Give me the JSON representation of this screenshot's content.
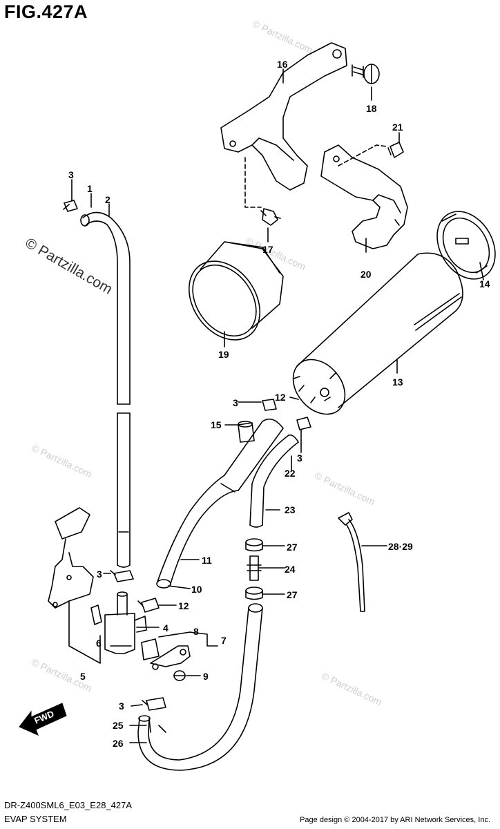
{
  "figure_title": "FIG.427A",
  "footer": {
    "model_code": "DR-Z400SML6_E03_E28_427A",
    "section_name": "EVAP SYSTEM",
    "credit": "Page design © 2004-2017 by ARI Network Services, Inc."
  },
  "watermark": {
    "main": "© Partzilla.com",
    "small": "© Partzilla.com"
  },
  "fwd_label": "FWD",
  "callouts": {
    "c1": "1",
    "c2": "2",
    "c3a": "3",
    "c3b": "3",
    "c3c": "3",
    "c3d": "3",
    "c3e": "3",
    "c4": "4",
    "c5": "5",
    "c6": "6",
    "c7": "7",
    "c8": "8",
    "c9": "9",
    "c10": "10",
    "c11": "11",
    "c12a": "12",
    "c12b": "12",
    "c13": "13",
    "c14": "14",
    "c15": "15",
    "c16": "16",
    "c17": "17",
    "c18": "18",
    "c19": "19",
    "c20": "20",
    "c21": "21",
    "c22": "22",
    "c23": "23",
    "c24": "24",
    "c25": "25",
    "c26": "26",
    "c27a": "27",
    "c27b": "27",
    "c28": "28·29"
  }
}
